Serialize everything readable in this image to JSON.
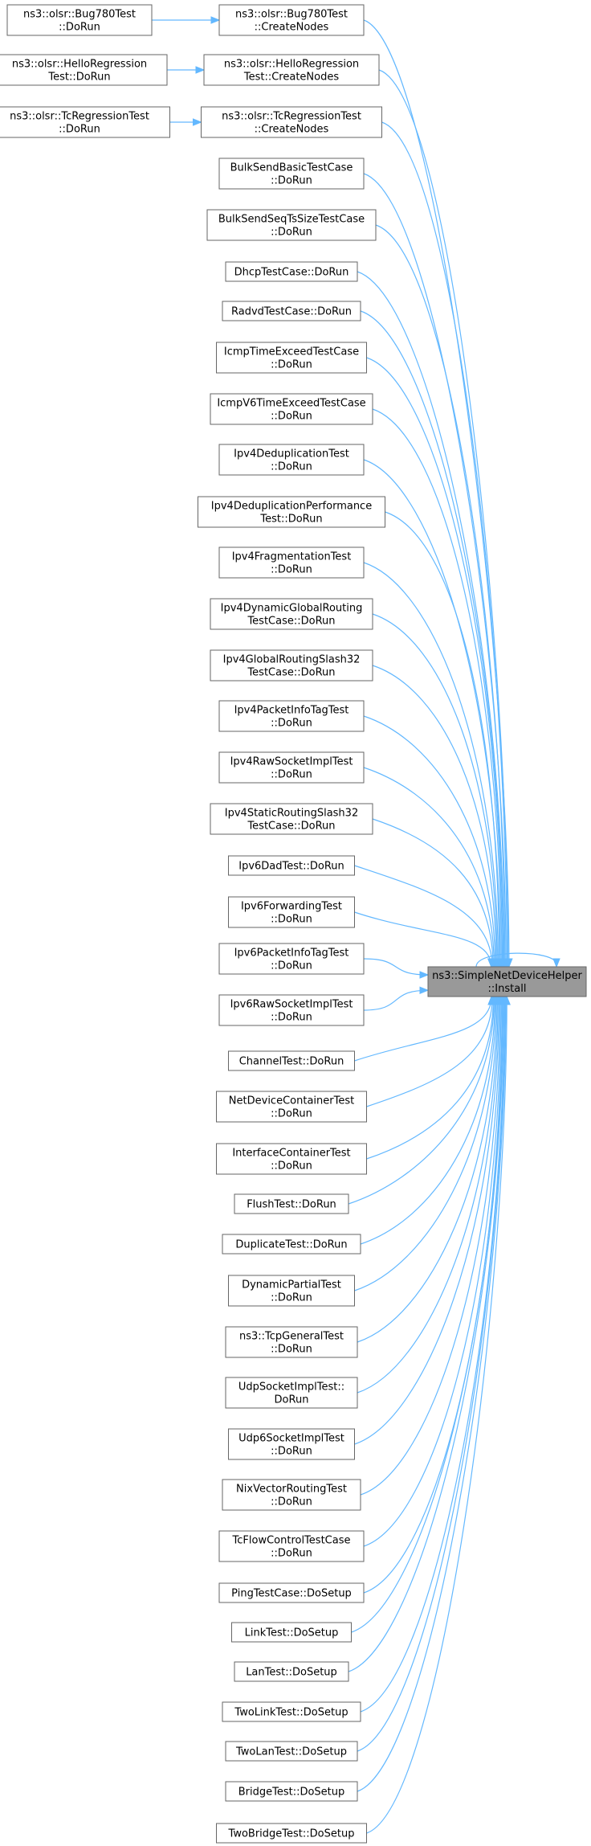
{
  "graph": {
    "target": {
      "lines": [
        "ns3::SimpleNetDeviceHelper",
        "::Install"
      ]
    },
    "leftNodes": [
      {
        "lines": [
          "ns3::olsr::Bug780Test",
          "::DoRun"
        ]
      },
      {
        "lines": [
          "ns3::olsr::HelloRegression",
          "Test::DoRun"
        ]
      },
      {
        "lines": [
          "ns3::olsr::TcRegressionTest",
          "::DoRun"
        ]
      }
    ],
    "callers": [
      {
        "lines": [
          "ns3::olsr::Bug780Test",
          "::CreateNodes"
        ]
      },
      {
        "lines": [
          "ns3::olsr::HelloRegression",
          "Test::CreateNodes"
        ]
      },
      {
        "lines": [
          "ns3::olsr::TcRegressionTest",
          "::CreateNodes"
        ]
      },
      {
        "lines": [
          "BulkSendBasicTestCase",
          "::DoRun"
        ]
      },
      {
        "lines": [
          "BulkSendSeqTsSizeTestCase",
          "::DoRun"
        ]
      },
      {
        "lines": [
          "DhcpTestCase::DoRun"
        ]
      },
      {
        "lines": [
          "RadvdTestCase::DoRun"
        ]
      },
      {
        "lines": [
          "IcmpTimeExceedTestCase",
          "::DoRun"
        ]
      },
      {
        "lines": [
          "IcmpV6TimeExceedTestCase",
          "::DoRun"
        ]
      },
      {
        "lines": [
          "Ipv4DeduplicationTest",
          "::DoRun"
        ]
      },
      {
        "lines": [
          "Ipv4DeduplicationPerformance",
          "Test::DoRun"
        ]
      },
      {
        "lines": [
          "Ipv4FragmentationTest",
          "::DoRun"
        ]
      },
      {
        "lines": [
          "Ipv4DynamicGlobalRouting",
          "TestCase::DoRun"
        ]
      },
      {
        "lines": [
          "Ipv4GlobalRoutingSlash32",
          "TestCase::DoRun"
        ]
      },
      {
        "lines": [
          "Ipv4PacketInfoTagTest",
          "::DoRun"
        ]
      },
      {
        "lines": [
          "Ipv4RawSocketImplTest",
          "::DoRun"
        ]
      },
      {
        "lines": [
          "Ipv4StaticRoutingSlash32",
          "TestCase::DoRun"
        ]
      },
      {
        "lines": [
          "Ipv6DadTest::DoRun"
        ]
      },
      {
        "lines": [
          "Ipv6ForwardingTest",
          "::DoRun"
        ]
      },
      {
        "lines": [
          "Ipv6PacketInfoTagTest",
          "::DoRun"
        ]
      },
      {
        "lines": [
          "Ipv6RawSocketImplTest",
          "::DoRun"
        ]
      },
      {
        "lines": [
          "ChannelTest::DoRun"
        ]
      },
      {
        "lines": [
          "NetDeviceContainerTest",
          "::DoRun"
        ]
      },
      {
        "lines": [
          "InterfaceContainerTest",
          "::DoRun"
        ]
      },
      {
        "lines": [
          "FlushTest::DoRun"
        ]
      },
      {
        "lines": [
          "DuplicateTest::DoRun"
        ]
      },
      {
        "lines": [
          "DynamicPartialTest",
          "::DoRun"
        ]
      },
      {
        "lines": [
          "ns3::TcpGeneralTest",
          "::DoRun"
        ]
      },
      {
        "lines": [
          "UdpSocketImplTest::",
          "DoRun"
        ]
      },
      {
        "lines": [
          "Udp6SocketImplTest",
          "::DoRun"
        ]
      },
      {
        "lines": [
          "NixVectorRoutingTest",
          "::DoRun"
        ]
      },
      {
        "lines": [
          "TcFlowControlTestCase",
          "::DoRun"
        ]
      },
      {
        "lines": [
          "PingTestCase::DoSetup"
        ]
      },
      {
        "lines": [
          "LinkTest::DoSetup"
        ]
      },
      {
        "lines": [
          "LanTest::DoSetup"
        ]
      },
      {
        "lines": [
          "TwoLinkTest::DoSetup"
        ]
      },
      {
        "lines": [
          "TwoLanTest::DoSetup"
        ]
      },
      {
        "lines": [
          "BridgeTest::DoSetup"
        ]
      },
      {
        "lines": [
          "TwoBridgeTest::DoSetup"
        ]
      }
    ]
  }
}
